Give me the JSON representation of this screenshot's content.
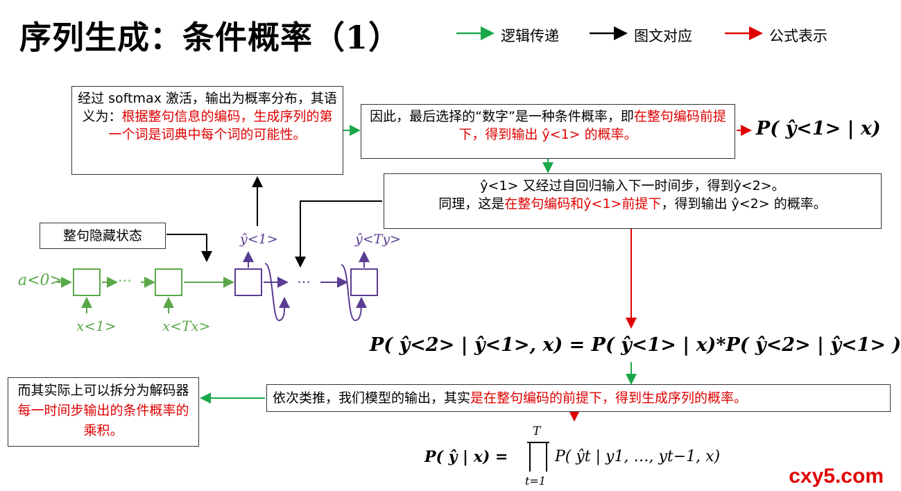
{
  "title": "序列生成：条件概率（1）",
  "legend": {
    "logic": {
      "label": "逻辑传递",
      "color": "#1aa84a"
    },
    "mapping": {
      "label": "图文对应",
      "color": "#000000"
    },
    "formula": {
      "label": "公式表示",
      "color": "#e00000"
    }
  },
  "boxes": {
    "softmax": {
      "black": "经过 softmax 激活，输出为概率分布，其语义为：",
      "red": "根据整句信息的编码，生成序列的第一个词是词典中每个词的可能性。"
    },
    "therefore": {
      "black": "因此，最后选择的“数字”是一种条件概率，即",
      "red": "在整句编码前提下，得到输出 ŷ<1> 的概率。"
    },
    "step": {
      "line1": "ŷ<1> 又经过自回归输入下一时间步，得到ŷ<2>。",
      "line2_a": "同理，这是",
      "line2_red": "在整句编码和ŷ<1>前提下",
      "line2_b": "，得到输出 ŷ<2> 的概率。"
    },
    "hidden": "整句隐藏状态",
    "infer": {
      "black": "依次类推，我们模型的输出，其实",
      "red": "是在整句编码的前提下，得到生成序列的概率。"
    },
    "decompose": {
      "black": "而其实际上可以拆分为解码器",
      "red": "每一时间步输出的条件概率的乘积。"
    }
  },
  "formulas": {
    "p1": "P( ŷ<1> | x)",
    "p2": "P( ŷ<2> | ŷ<1>, x) = P( ŷ<1> | x)*P( ŷ<2> | ŷ<1> )",
    "product_lhs": "P( ŷ | x) =",
    "product_rhs": "P( ŷt | y1, …, yt−1, x)",
    "product_top": "T",
    "product_bottom": "t=1"
  },
  "diagram": {
    "a0": "a<0>",
    "x1": "x<1>",
    "xTx": "x<Tx>",
    "y1": "ŷ<1>",
    "yTy": "ŷ<Ty>",
    "dots": "⋯",
    "encoder_color": "#5aa84a",
    "decoder_color": "#5a3c92"
  },
  "watermark": "cxy5.com"
}
